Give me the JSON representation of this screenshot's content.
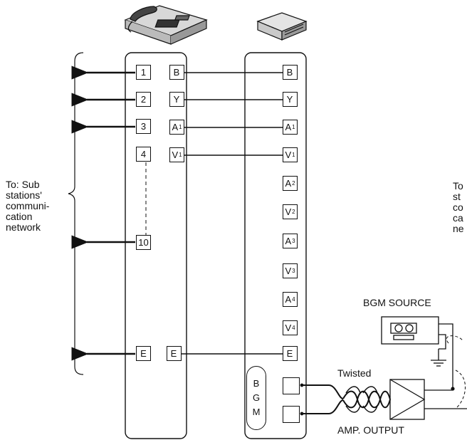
{
  "left_note": "To: Sub\nstations'\ncommuni-\ncation\nnetwork",
  "right_note": "To\nst\nco\nca\nne",
  "bgm_source_label": "BGM SOURCE",
  "twisted_label": "Twisted",
  "amp_output_label": "AMP. OUTPUT",
  "bgm_block_letters": [
    "B",
    "G",
    "M"
  ],
  "left_panel_numbers": [
    "1",
    "2",
    "3",
    "4",
    "10",
    "E"
  ],
  "left_panel_letters": [
    {
      "main": "B",
      "sub": ""
    },
    {
      "main": "Y",
      "sub": ""
    },
    {
      "main": "A",
      "sub": "1"
    },
    {
      "main": "V",
      "sub": "1"
    },
    {
      "main": "E",
      "sub": ""
    }
  ],
  "right_panel_terminals": [
    {
      "main": "B",
      "sub": ""
    },
    {
      "main": "Y",
      "sub": ""
    },
    {
      "main": "A",
      "sub": "1"
    },
    {
      "main": "V",
      "sub": "1"
    },
    {
      "main": "A",
      "sub": "2"
    },
    {
      "main": "V",
      "sub": "2"
    },
    {
      "main": "A",
      "sub": "3"
    },
    {
      "main": "V",
      "sub": "3"
    },
    {
      "main": "A",
      "sub": "4"
    },
    {
      "main": "V",
      "sub": "4"
    },
    {
      "main": "E",
      "sub": ""
    }
  ],
  "icons": [
    "telephone-console-icon",
    "amplifier-box-icon",
    "tape-deck-icon",
    "amplifier-triangle-icon",
    "ground-icon"
  ]
}
